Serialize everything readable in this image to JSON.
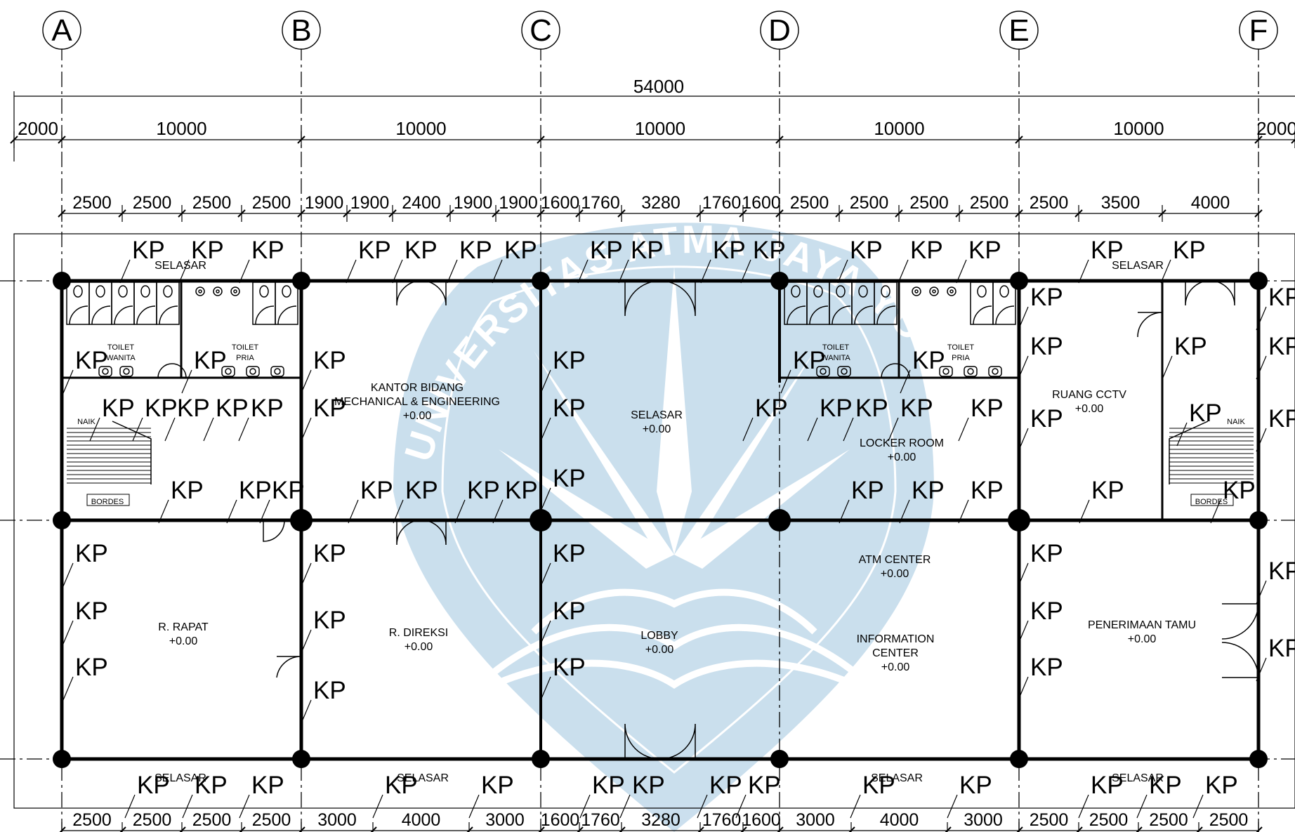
{
  "grid": {
    "labels": [
      "A",
      "B",
      "C",
      "D",
      "E",
      "F"
    ]
  },
  "dimensions": {
    "overall": "54000",
    "bays": [
      "2000",
      "10000",
      "10000",
      "10000",
      "10000",
      "10000",
      "2000"
    ],
    "top_subdivisions": [
      "2500",
      "2500",
      "2500",
      "2500",
      "1900",
      "1900",
      "2400",
      "1900",
      "1900",
      "1600",
      "1760",
      "3280",
      "1760",
      "1600",
      "2500",
      "2500",
      "2500",
      "2500",
      "2500",
      "3500",
      "4000"
    ],
    "bottom_subdivisions": [
      "2500",
      "2500",
      "2500",
      "2500",
      "3000",
      "4000",
      "3000",
      "1600",
      "1760",
      "3280",
      "1760",
      "1600",
      "3000",
      "4000",
      "3000",
      "2500",
      "2500",
      "2500",
      "2500"
    ]
  },
  "rooms": [
    {
      "id": "selasar-top-1",
      "lines": [
        "SELASAR"
      ]
    },
    {
      "id": "toilet-wanita-1",
      "lines": [
        "TOILET",
        "WANITA"
      ]
    },
    {
      "id": "toilet-pria-1",
      "lines": [
        "TOILET",
        "PRIA"
      ]
    },
    {
      "id": "naik-1",
      "lines": [
        "NAIK"
      ]
    },
    {
      "id": "bordes-1",
      "lines": [
        "BORDES"
      ]
    },
    {
      "id": "kantor",
      "lines": [
        "KANTOR BIDANG",
        "MECHANICAL & ENGINEERING",
        "+0.00"
      ]
    },
    {
      "id": "selasar-mid",
      "lines": [
        "SELASAR",
        "+0.00"
      ]
    },
    {
      "id": "toilet-wanita-2",
      "lines": [
        "TOILET",
        "WANITA"
      ]
    },
    {
      "id": "toilet-pria-2",
      "lines": [
        "TOILET",
        "PRIA"
      ]
    },
    {
      "id": "locker",
      "lines": [
        "LOCKER ROOM",
        "+0.00"
      ]
    },
    {
      "id": "cctv",
      "lines": [
        "RUANG CCTV",
        "+0.00"
      ]
    },
    {
      "id": "selasar-top-2",
      "lines": [
        "SELASAR"
      ]
    },
    {
      "id": "naik-2",
      "lines": [
        "NAIK"
      ]
    },
    {
      "id": "bordes-2",
      "lines": [
        "BORDES"
      ]
    },
    {
      "id": "rapat",
      "lines": [
        "R. RAPAT",
        "+0.00"
      ]
    },
    {
      "id": "direksi",
      "lines": [
        "R. DIREKSI",
        "+0.00"
      ]
    },
    {
      "id": "lobby",
      "lines": [
        "LOBBY",
        "+0.00"
      ]
    },
    {
      "id": "atm",
      "lines": [
        "ATM CENTER",
        "+0.00"
      ]
    },
    {
      "id": "info",
      "lines": [
        "INFORMATION",
        "CENTER",
        "+0.00"
      ]
    },
    {
      "id": "tamu",
      "lines": [
        "PENERIMAAN TAMU",
        "+0.00"
      ]
    },
    {
      "id": "selasar-bot-1",
      "lines": [
        "SELASAR"
      ]
    },
    {
      "id": "selasar-bot-2",
      "lines": [
        "SELASAR"
      ]
    },
    {
      "id": "selasar-bot-3",
      "lines": [
        "SELASAR"
      ]
    },
    {
      "id": "selasar-bot-4",
      "lines": [
        "SELASAR"
      ]
    },
    {
      "id": "selasar-bot-5",
      "lines": [
        "SELASAR"
      ]
    }
  ],
  "column_tag": "KP",
  "watermark": {
    "text": "UNIVERSITAS ATMA JAYA YOGYAKARTA",
    "color": "#c5dcec"
  },
  "colors": {
    "line": "#000000",
    "watermark": "#c5dcec"
  }
}
